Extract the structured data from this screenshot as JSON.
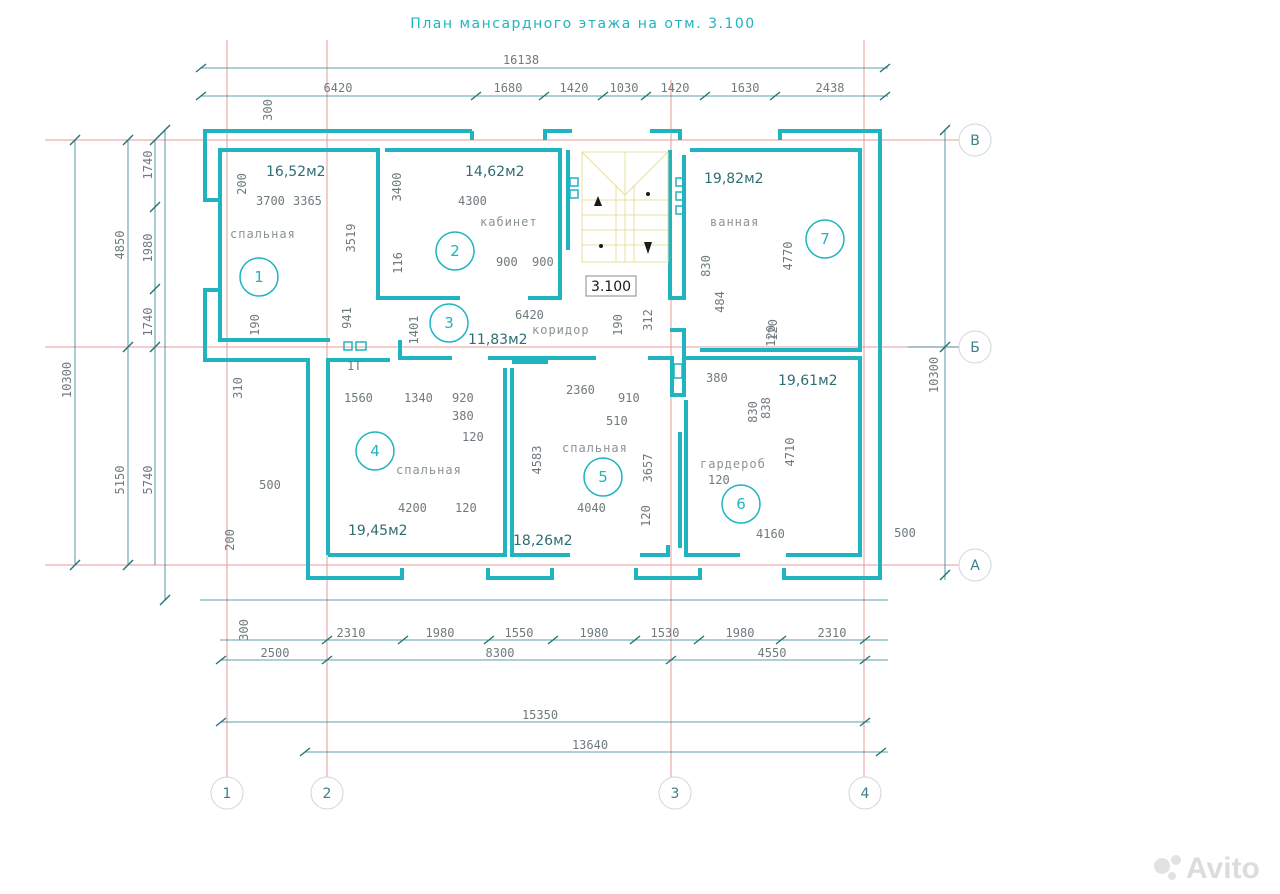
{
  "title": "План мансардного этажа на отм. 3.100",
  "level_mark": "3.100",
  "watermark": "Avito",
  "rooms": [
    {
      "num": "1",
      "area": "16,52м2",
      "name": "спальная"
    },
    {
      "num": "2",
      "area": "14,62м2",
      "name": "кабинет"
    },
    {
      "num": "3",
      "area": "11,83м2",
      "name": "коридор"
    },
    {
      "num": "4",
      "area": "19,45м2",
      "name": "спальная"
    },
    {
      "num": "5",
      "area": "18,26м2",
      "name": "спальная"
    },
    {
      "num": "6",
      "area": "19,61м2",
      "name": "гардероб"
    },
    {
      "num": "7",
      "area": "19,82м2",
      "name": "ванная"
    }
  ],
  "axes": {
    "vertical": [
      "1",
      "2",
      "3",
      "4"
    ],
    "horizontal": [
      "В",
      "Б",
      "А"
    ]
  },
  "dimensions": {
    "top_total": "16138",
    "top_chain": [
      "6420",
      "1680",
      "1420",
      "1030",
      "1420",
      "1630",
      "2438"
    ],
    "bottom_chain": [
      "2310",
      "1980",
      "1550",
      "1980",
      "1530",
      "1980",
      "2310"
    ],
    "bottom_chain2": [
      "2500",
      "8300",
      "4550"
    ],
    "bottom_total1": "15350",
    "bottom_total2": "13640",
    "left_chain": [
      "1740",
      "1980",
      "1740",
      "310"
    ],
    "left_chain2": [
      "4850",
      "5150"
    ],
    "left_total": "10300",
    "left_extra": [
      "5740"
    ],
    "right_total": "10300",
    "right_small": "500",
    "left_small": [
      "500",
      "200",
      "300"
    ],
    "top_small": "300"
  },
  "inner_dims": [
    "200",
    "3700",
    "3365",
    "3400",
    "4300",
    "3519",
    "116",
    "900",
    "900",
    "830",
    "4770",
    "484",
    "120",
    "6420",
    "1401",
    "190",
    "941",
    "190",
    "312",
    "1560",
    "1340",
    "920",
    "380",
    "120",
    "2360",
    "910",
    "510",
    "380",
    "830",
    "4710",
    "120",
    "4200",
    "120",
    "4040",
    "4583",
    "3657",
    "120",
    "4160",
    "838",
    "120",
    "1Т"
  ]
}
